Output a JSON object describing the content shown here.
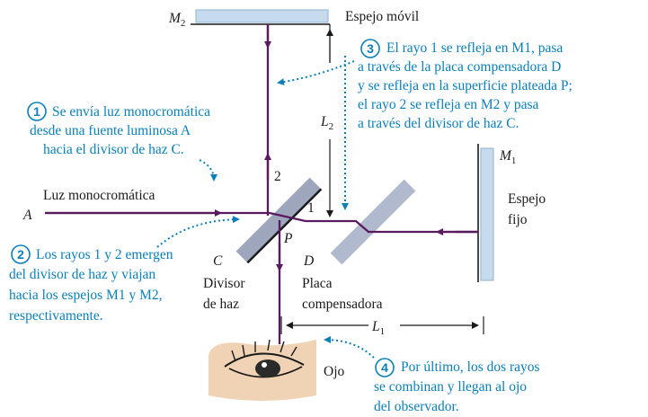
{
  "labels": {
    "m2": "M",
    "m2_sub": "2",
    "espejo_movil": "Espejo móvil",
    "m1": "M",
    "m1_sub": "1",
    "espejo_fijo_1": "Espejo",
    "espejo_fijo_2": "fijo",
    "l2": "L",
    "l2_sub": "2",
    "l1": "L",
    "l1_sub": "1",
    "luz": "Luz monocromática",
    "a": "A",
    "ray1": "1",
    "ray2": "2",
    "p": "P",
    "c": "C",
    "d": "D",
    "divisor_1": "Divisor",
    "divisor_2": "de haz",
    "placa_1": "Placa",
    "placa_2": "compensadora",
    "ojo": "Ojo"
  },
  "steps": [
    {
      "number": "1",
      "lines": [
        "Se envía luz monocromática",
        "desde una fuente luminosa A",
        "hacia el divisor de haz C."
      ]
    },
    {
      "number": "2",
      "lines": [
        "Los rayos 1 y 2 emergen",
        "del divisor de haz y viajan",
        "hacia los espejos M1 y M2,",
        "respectivamente."
      ]
    },
    {
      "number": "3",
      "lines": [
        "El rayo 1 se refleja en M1, pasa",
        "a través de la placa compensadora D",
        "y se refleja en la superficie plateada P;",
        "el rayo 2 se refleja en M2 y pasa",
        "a través del divisor de haz C."
      ]
    },
    {
      "number": "4",
      "lines": [
        "Por último, los dos rayos",
        "se combinan y llegan al ojo",
        "del observador."
      ]
    }
  ],
  "colors": {
    "ray": "#5a1a5e",
    "callout": "#0a7fb8",
    "mirror": "#c6dcee",
    "splitter": "#9ea6bd"
  }
}
